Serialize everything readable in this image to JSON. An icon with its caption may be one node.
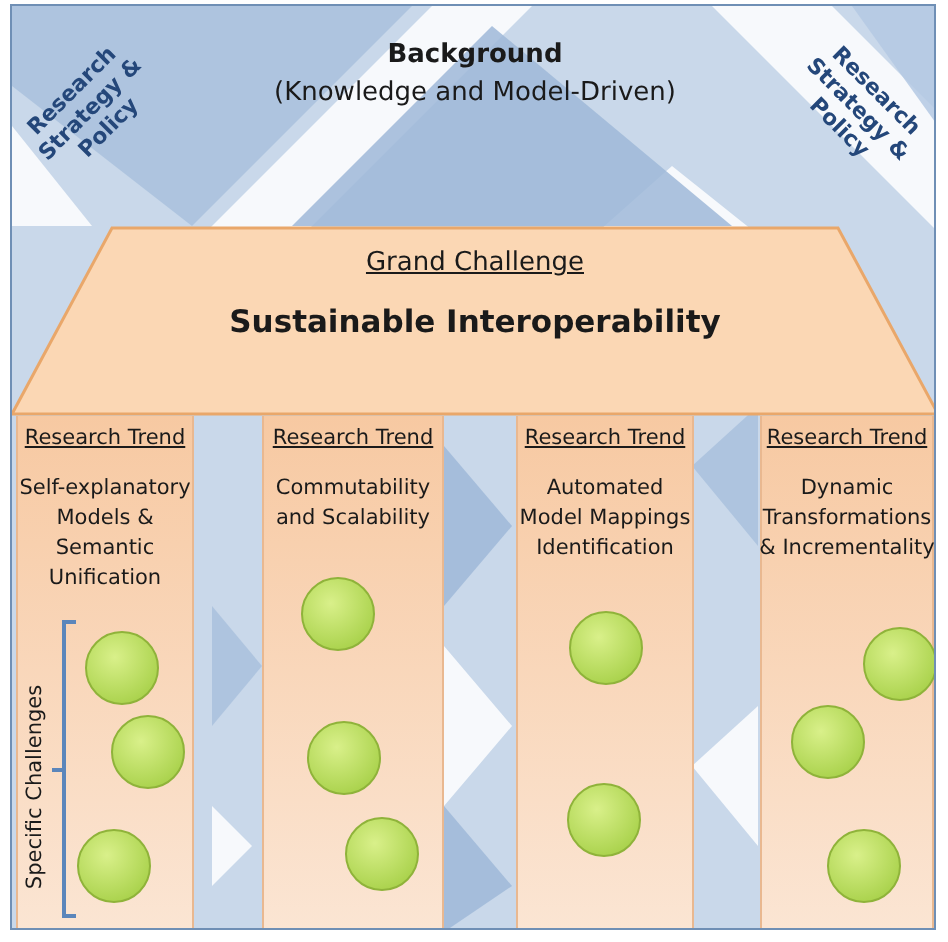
{
  "diagram": {
    "nodes": [
      {
        "text": [
          "Background",
          "(Knowledge and Model-Driven)"
        ]
      },
      {
        "text": [
          "Grand Challenge",
          "Sustainable Interoperability"
        ],
        "in": 0
      },
      {
        "text": [
          "Research Trend",
          "Self-explanatory Models & Semantic Unification"
        ],
        "in": 0
      },
      {
        "text": [
          "Research Trend",
          "Commutability and Scalability"
        ],
        "in": 0
      },
      {
        "text": [
          "Research Trend",
          "Automated Model Mappings Identification"
        ],
        "in": 0
      },
      {
        "text": [
          "Research Trend",
          "Dynamic Transformations & Incrementality"
        ],
        "in": 0
      },
      {
        "text": [],
        "shape": "circle",
        "in": 2
      },
      {
        "text": [],
        "shape": "circle",
        "in": 2
      },
      {
        "text": [],
        "shape": "circle",
        "in": 2
      },
      {
        "text": [],
        "shape": "circle",
        "in": 3
      },
      {
        "text": [],
        "shape": "circle",
        "in": 3
      },
      {
        "text": [],
        "shape": "circle",
        "in": 3
      },
      {
        "text": [],
        "shape": "circle",
        "in": 4
      },
      {
        "text": [],
        "shape": "circle",
        "in": 4
      },
      {
        "text": [],
        "shape": "circle",
        "in": 5
      },
      {
        "text": [],
        "shape": "circle",
        "in": 5
      },
      {
        "text": [],
        "shape": "circle",
        "in": 5
      }
    ],
    "labels": [
      "Research Strategy & Policy",
      "Research Strategy & Policy",
      "Specific Challenges"
    ]
  }
}
